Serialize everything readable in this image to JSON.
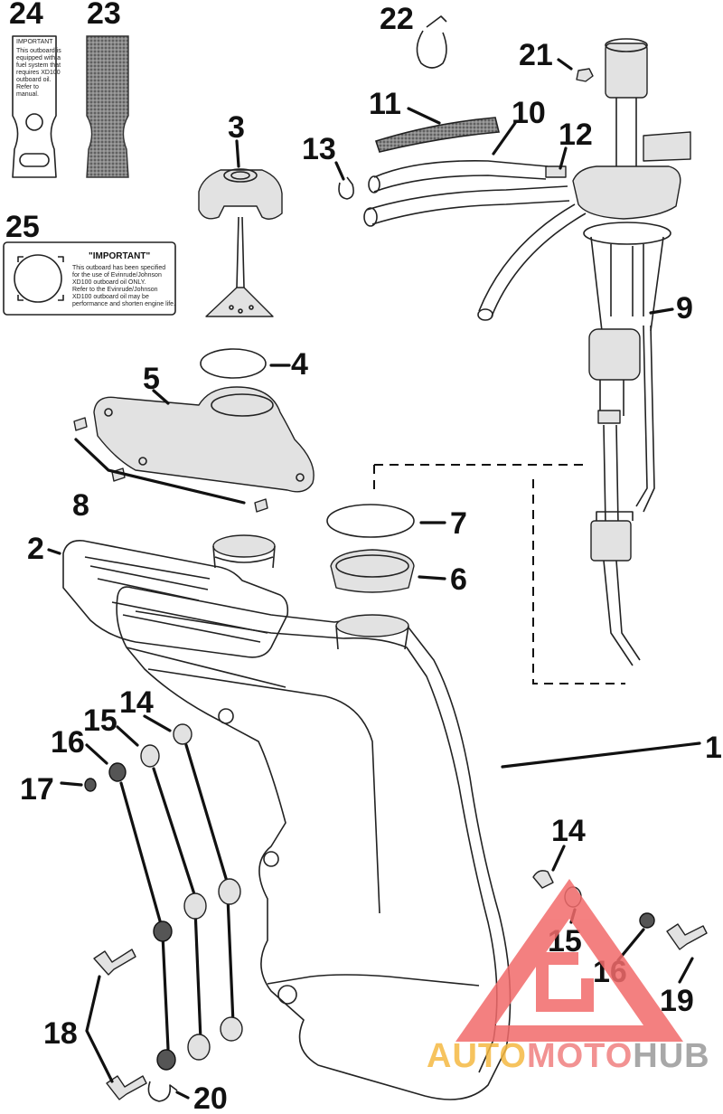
{
  "diagram": {
    "labels": [
      "24",
      "23",
      "22",
      "21",
      "11",
      "10",
      "12",
      "13",
      "3",
      "25",
      "9",
      "4",
      "5",
      "8",
      "7",
      "2",
      "6",
      "14",
      "15",
      "16",
      "17",
      "1",
      "14",
      "15",
      "16",
      "19",
      "18",
      "20"
    ],
    "decal_25": {
      "heading": "\"IMPORTANT\"",
      "lines": [
        "This outboard has been specified",
        "for the use of Evinrude/Johnson",
        "XD100 outboard oil ONLY.",
        "Refer to the Evinrude/Johnson",
        "XD100 outboard oil may be",
        "performance and shorten engine life."
      ]
    },
    "decal_24": {
      "heading": "IMPORTANT",
      "lines": [
        "This outboard is",
        "equipped with a",
        "fuel system that",
        "requires XD100",
        "outboard oil.",
        "Refer to",
        "manual."
      ]
    },
    "watermark": {
      "part1": "AUTO",
      "part2": "MOTO",
      "part3": "HUB",
      "color1": "#f5b942",
      "color2": "#f08080",
      "color3": "#9a9a9a",
      "triangle_color": "#f26b6b"
    }
  }
}
